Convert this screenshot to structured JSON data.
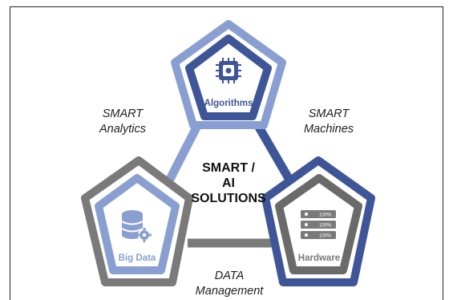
{
  "center": {
    "line1": "SMART /",
    "line2": "AI",
    "line3": "SOLUTIONS"
  },
  "nodes": {
    "algorithms": {
      "label": "Algorithms",
      "icon": "ai-chip-icon"
    },
    "big_data": {
      "label": "Big Data",
      "icon": "database-gear-icon"
    },
    "hardware": {
      "label": "Hardware",
      "icon": "server-rack-icon",
      "slots": [
        "100%",
        "100%",
        "100%"
      ]
    }
  },
  "edges": {
    "analytics": {
      "line1": "SMART",
      "line2": "Analytics"
    },
    "machines": {
      "line1": "SMART",
      "line2": "Machines"
    },
    "data_management": {
      "line1": "DATA",
      "line2": "Management"
    }
  },
  "colors": {
    "light_blue": "#8a9fd1",
    "dark_blue": "#3e5597",
    "gray": "#7a7a7a",
    "dark_gray": "#6a6a6a"
  }
}
